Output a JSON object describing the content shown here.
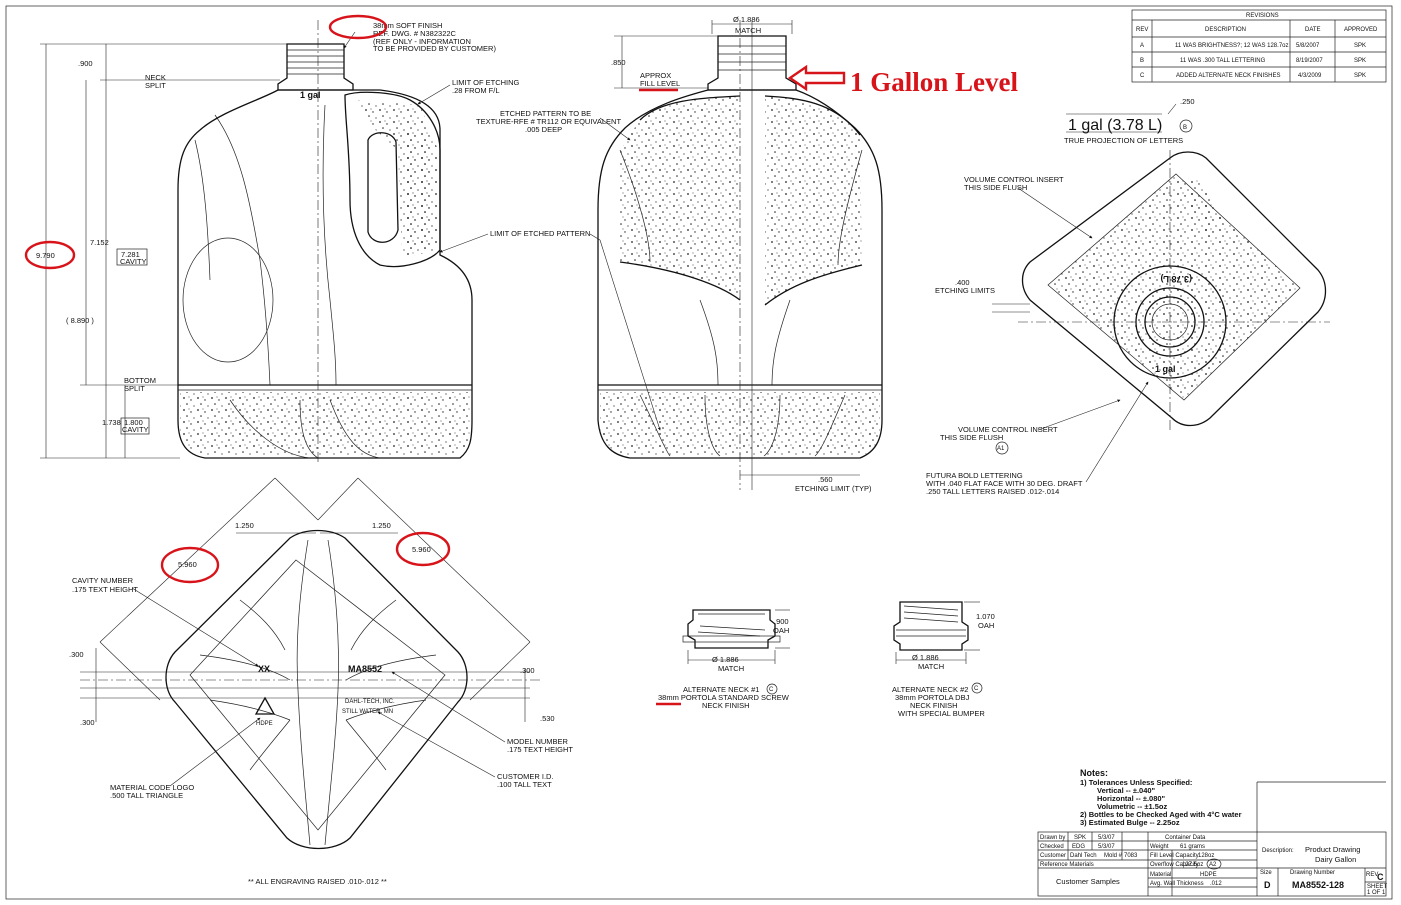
{
  "annotations": {
    "gallon_level": "1 Gallon Level"
  },
  "front_view": {
    "finish_note": "38mm SOFT FINISH",
    "ref_note": "REF. DWG. # N382322C",
    "ref_note2": "(REF ONLY - INFORMATION",
    "ref_note3": "TO BE PROVIDED BY CUSTOMER)",
    "dim_900": ".900",
    "neck_split": "NECK",
    "neck_split2": "SPLIT",
    "limit_etching": "LIMIT OF ETCHING",
    "limit_etching2": ".28 FROM F/L",
    "dim_9790": "9.790",
    "dim_7152": "7.152",
    "dim_7281": "7.281",
    "cavity_label": "CAVITY",
    "dim_8890": "( 8.890 )",
    "bottom_split": "BOTTOM",
    "bottom_split2": "SPLIT",
    "dim_1738": "1.738",
    "dim_1800": "1.800",
    "cavity_label2": "CAVITY",
    "engrave": "1 gal"
  },
  "side_view": {
    "dia_1886": "Ø 1.886",
    "match": "MATCH",
    "dim_850": ".850",
    "approx": "APPROX",
    "fill_level": "FILL LEVEL",
    "etched_pattern": "ETCHED PATTERN TO BE",
    "etched_pattern2": "TEXTURE-RFE # TR112 OR EQUIVALENT",
    "etched_pattern3": ".005 DEEP",
    "limit_pattern": "LIMIT OF ETCHED PATTERN",
    "dim_560": ".560",
    "etching_limit": "ETCHING LIMIT (TYP)"
  },
  "lettering": {
    "text": "1 gal (3.78 L)",
    "dim_250": ".250",
    "note": "TRUE PROJECTION OF LETTERS",
    "circle_b": "B"
  },
  "top_view": {
    "insert1": "VOLUME CONTROL INSERT",
    "insert1b": "THIS SIDE FLUSH",
    "dim_400": ".400",
    "etch_limits": "ETCHING LIMITS",
    "insert2": "VOLUME CONTROL INSERT",
    "insert2b": "THIS SIDE FLUSH",
    "circle_a": "A1",
    "futura": "FUTURA BOLD LETTERING",
    "futura2": "WITH .040 FLAT FACE WITH 30 DEG. DRAFT",
    "futura3": ".250 TALL LETTERS RAISED .012-.014",
    "ring_top": "(3.78 L)",
    "ring_bottom": "1 gal"
  },
  "bottom_view": {
    "dim_1250a": "1.250",
    "dim_1250b": "1.250",
    "dim_5960a": "5.960",
    "dim_5960b": "5.960",
    "cavity_number": "CAVITY NUMBER",
    "cavity_number2": ".175 TEXT HEIGHT",
    "dim_300a": ".300",
    "dim_300b": ".300",
    "dim_300c": ".300",
    "dim_530": ".530",
    "model_mark": "MA8552",
    "maker": "DAHL-TECH, INC.",
    "city": "STILL WATER, MN",
    "hdpe": "HDPE",
    "model_number": "MODEL NUMBER",
    "model_number2": ".175 TEXT HEIGHT",
    "customer_id": "CUSTOMER I.D.",
    "customer_id2": ".100 TALL TEXT",
    "material_logo": "MATERIAL CODE LOGO",
    "material_logo2": ".500 TALL TRIANGLE",
    "engraving_note": "** ALL ENGRAVING RAISED .010-.012 **",
    "xx": "XX"
  },
  "neck1": {
    "dim_900": ".900",
    "oah": "OAH",
    "dia": "Ø 1.886",
    "match": "MATCH",
    "title": "ALTERNATE NECK #1",
    "circle": "C",
    "desc": "38mm PORTOLA STANDARD SCREW",
    "desc2": "NECK FINISH"
  },
  "neck2": {
    "dim_1070": "1.070",
    "oah": "OAH",
    "dia": "Ø 1.886",
    "match": "MATCH",
    "title": "ALTERNATE NECK #2",
    "circle": "C",
    "desc": "38mm PORTOLA DBJ",
    "desc2": "NECK FINISH",
    "desc3": "WITH SPECIAL BUMPER"
  },
  "revisions": {
    "title": "REVISIONS",
    "headers": [
      "REV",
      "DESCRIPTION",
      "DATE",
      "APPROVED"
    ],
    "rows": [
      [
        "A",
        "11 WAS BRIGHTNESS?; 12 WAS 128.7oz",
        "5/8/2007",
        "SPK"
      ],
      [
        "B",
        "11 WAS .300 TALL LETTERING",
        "8/19/2007",
        "SPK"
      ],
      [
        "C",
        "ADDED ALTERNATE NECK FINISHES",
        "4/3/2009",
        "SPK"
      ]
    ]
  },
  "notes": {
    "title": "Notes:",
    "items": [
      "1) Tolerances Unless Specified:",
      "Vertical -- ±.040\"",
      "Horizontal -- ±.080\"",
      "Volumetric -- ±1.5oz",
      "2) Bottles to be Checked Aged with 4°C water",
      "3) Estimated Bulge -- 2.25oz"
    ]
  },
  "title_block": {
    "drawn_by_l": "Drawn by",
    "drawn_by": "SPK",
    "drawn_date": "5/3/07",
    "checked_l": "Checked",
    "checked": "EDG",
    "checked_date": "5/3/07",
    "container_data": "Container Data",
    "customer_l": "Customer",
    "customer": "Dahl Tech",
    "mold_l": "Mold #",
    "mold": "7083",
    "weight_l": "Weight",
    "weight": "61 grams",
    "fill_l": "Fill Level Capacity",
    "fill": "128oz",
    "overflow_l": "Overflow Capacity",
    "overflow": "127.5oz",
    "overflow_rev": "A2",
    "material_l": "Material",
    "material": "HDPE",
    "avg_wall_l": "Avg. Wall Thickness",
    "avg_wall": ".012",
    "ref_mat": "Reference Materials",
    "customer_samples": "Customer Samples",
    "description_l": "Description:",
    "description": "Product Drawing",
    "description2": "Dairy Gallon",
    "size_l": "Size",
    "size": "D",
    "drawing_number_l": "Drawing Number",
    "drawing_number": "MA8552-128",
    "rev_l": "REV",
    "rev": "C",
    "sheet_l": "SHEET",
    "sheet": "1 OF 1"
  }
}
